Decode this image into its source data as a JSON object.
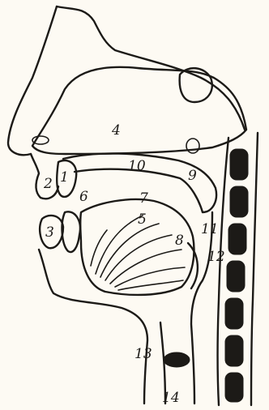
{
  "diagram": {
    "labels": [
      "1",
      "2",
      "3",
      "4",
      "5",
      "6",
      "7",
      "8",
      "9",
      "10",
      "11",
      "12",
      "13",
      "14"
    ]
  },
  "colors": {
    "ink": "#1c1a17",
    "paper": "#fdfaf3"
  }
}
